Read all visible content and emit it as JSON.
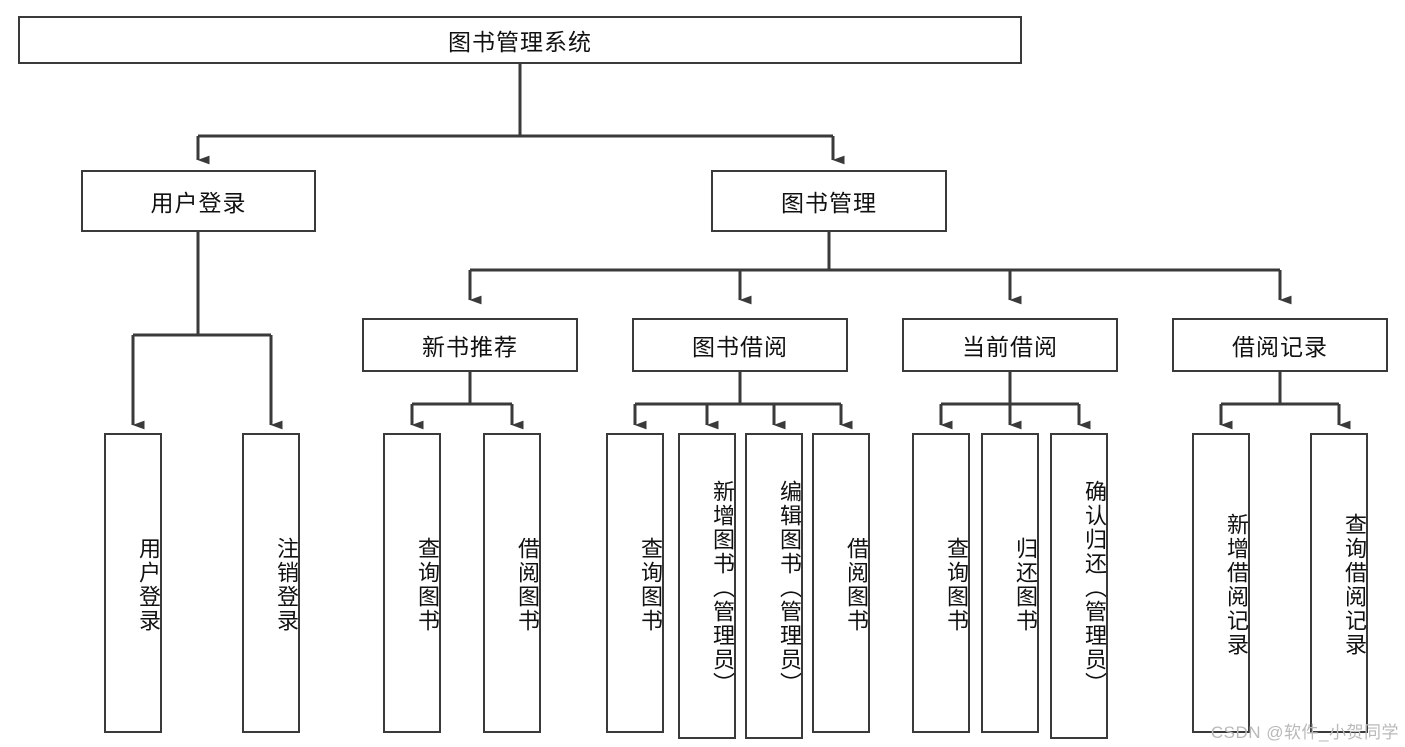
{
  "diagram": {
    "type": "tree",
    "title": "图书管理系统",
    "root": {
      "label": "图书管理系统"
    },
    "level2": [
      {
        "label": "用户登录"
      },
      {
        "label": "图书管理"
      }
    ],
    "level3": [
      {
        "label": "新书推荐"
      },
      {
        "label": "图书借阅"
      },
      {
        "label": "当前借阅"
      },
      {
        "label": "借阅记录"
      }
    ],
    "leaves": {
      "user_login": [
        {
          "label": "用户登录"
        },
        {
          "label": "注销登录"
        }
      ],
      "new_book_recommend": [
        {
          "label": "查询图书"
        },
        {
          "label": "借阅图书"
        }
      ],
      "book_borrow": [
        {
          "label": "查询图书"
        },
        {
          "label": "新增图书（管理员）"
        },
        {
          "label": "编辑图书（管理员）"
        },
        {
          "label": "借阅图书"
        }
      ],
      "current_borrow": [
        {
          "label": "查询图书"
        },
        {
          "label": "归还图书"
        },
        {
          "label": "确认归还（管理员）"
        }
      ],
      "borrow_record": [
        {
          "label": "新增借阅记录"
        },
        {
          "label": "查询借阅记录"
        }
      ]
    }
  },
  "watermark": {
    "text": "CSDN @软件_小贺同学"
  },
  "colors": {
    "stroke": "#3a3a3a",
    "box_fill": "#ffffff",
    "text": "#111111",
    "watermark": "#b9b9b9"
  }
}
